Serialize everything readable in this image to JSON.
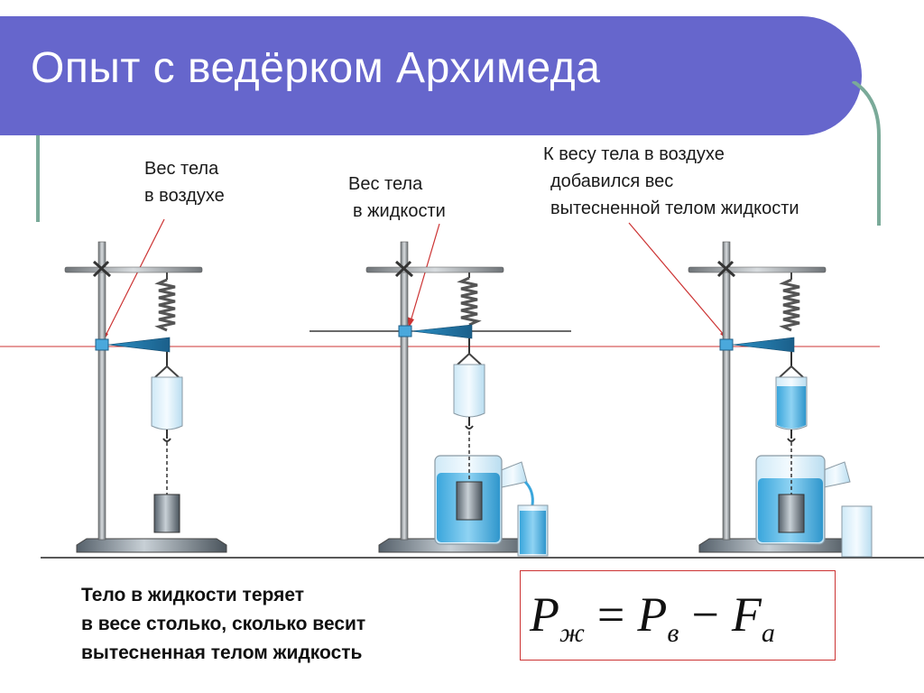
{
  "title": "Опыт с ведёрком Архимеда",
  "labels": {
    "air": [
      "Вес тела",
      "в воздухе"
    ],
    "liquid": [
      "Вес тела",
      "в жидкости"
    ],
    "added": [
      "К весу тела в воздухе",
      "добавился вес",
      "вытесненной телом жидкости"
    ]
  },
  "caption": [
    "Тело в жидкости теряет",
    "в весе столько, сколько весит",
    "вытесненная телом жидкость"
  ],
  "formula": {
    "p": "P",
    "sub_zh": "ж",
    "eq": "=",
    "sub_v": "в",
    "minus": "−",
    "f": "F",
    "sub_a": "а"
  },
  "colors": {
    "title_bg": "#6666cc",
    "accent_line": "#cc3333",
    "water": "#55b8e6",
    "deco": "#7aaa99"
  },
  "icons": [
    "stand",
    "spring",
    "bucket",
    "weight",
    "pointer",
    "vessel-with-spout",
    "beaker"
  ]
}
